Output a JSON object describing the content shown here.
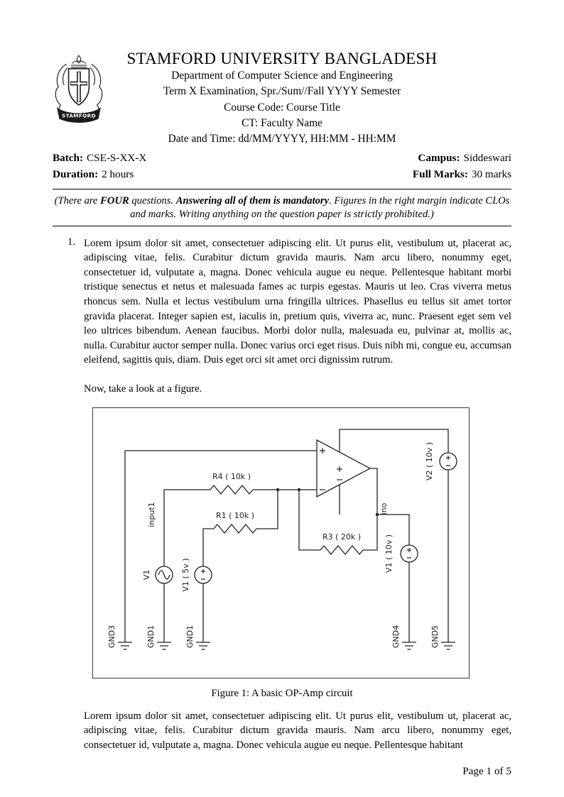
{
  "header": {
    "logo_text": "STAMFORD",
    "university": "STAMFORD UNIVERSITY BANGLADESH",
    "department": "Department of Computer Science and Engineering",
    "exam_line": "Term X Examination, Spr./Sum//Fall YYYY Semester",
    "course_line": "Course Code: Course Title",
    "ct_line": "CT: Faculty Name",
    "datetime_line": "Date and Time: dd/MM/YYYY, HH:MM - HH:MM"
  },
  "meta": {
    "batch_label": "Batch:",
    "batch_value": "CSE-S-XX-X",
    "campus_label": "Campus:",
    "campus_value": "Siddeswari",
    "duration_label": "Duration:",
    "duration_value": "2 hours",
    "marks_label": "Full Marks:",
    "marks_value": "30 marks"
  },
  "notice": {
    "part1": "(There are ",
    "bold1": "FOUR",
    "part2": " questions. ",
    "bold2": "Answering all of them is mandatory",
    "part3": ". Figures in the right margin indicate CLOs and marks. Writing anything on the question paper is strictly prohibited.)"
  },
  "question": {
    "number": "1.",
    "text": "Lorem ipsum dolor sit amet, consectetuer adipiscing elit. Ut purus elit, vestibulum ut, placerat ac, adipiscing vitae, felis. Curabitur dictum gravida mauris. Nam arcu libero, nonummy eget, consectetuer id, vulputate a, magna. Donec vehicula augue eu neque. Pellentesque habitant morbi tristique senectus et netus et malesuada fames ac turpis egestas. Mauris ut leo. Cras viverra metus rhoncus sem. Nulla et lectus vestibulum urna fringilla ultrices. Phasellus eu tellus sit amet tortor gravida placerat. Integer sapien est, iaculis in, pretium quis, viverra ac, nunc. Praesent eget sem vel leo ultrices bibendum. Aenean faucibus. Morbi dolor nulla, malesuada eu, pulvinar at, mollis ac, nulla. Curabitur auctor semper nulla. Donec varius orci eget risus. Duis nibh mi, congue eu, accumsan eleifend, sagittis quis, diam. Duis eget orci sit amet orci dignissim rutrum.",
    "figure_intro": "Now, take a look at a figure."
  },
  "figure": {
    "caption": "Figure 1: A basic OP-Amp circuit",
    "labels": {
      "r4": "R4 ( 10k )",
      "r1": "R1 ( 10k )",
      "r3": "R3 ( 20k )",
      "v1_ac": "V1",
      "v1_5v": "V1 ( 5v )",
      "v2_10v": "V2 ( 10v )",
      "v1_10v": "V1 ( 10v )",
      "input1": "input1",
      "ino": "ino",
      "gnd3": "GND3",
      "gnd1_a": "GND1",
      "gnd1_b": "GND1",
      "gnd4": "GND4",
      "gnd5": "GND5"
    }
  },
  "after_figure": "Lorem ipsum dolor sit amet, consectetuer adipiscing elit. Ut purus elit, vestibulum ut, placerat ac, adipiscing vitae, felis. Curabitur dictum gravida mauris. Nam arcu libero, nonummy eget, consectetuer id, vulputate a, magna. Donec vehicula augue eu neque. Pellentesque habitant",
  "footer": {
    "page_indicator": "Page 1 of 5"
  }
}
